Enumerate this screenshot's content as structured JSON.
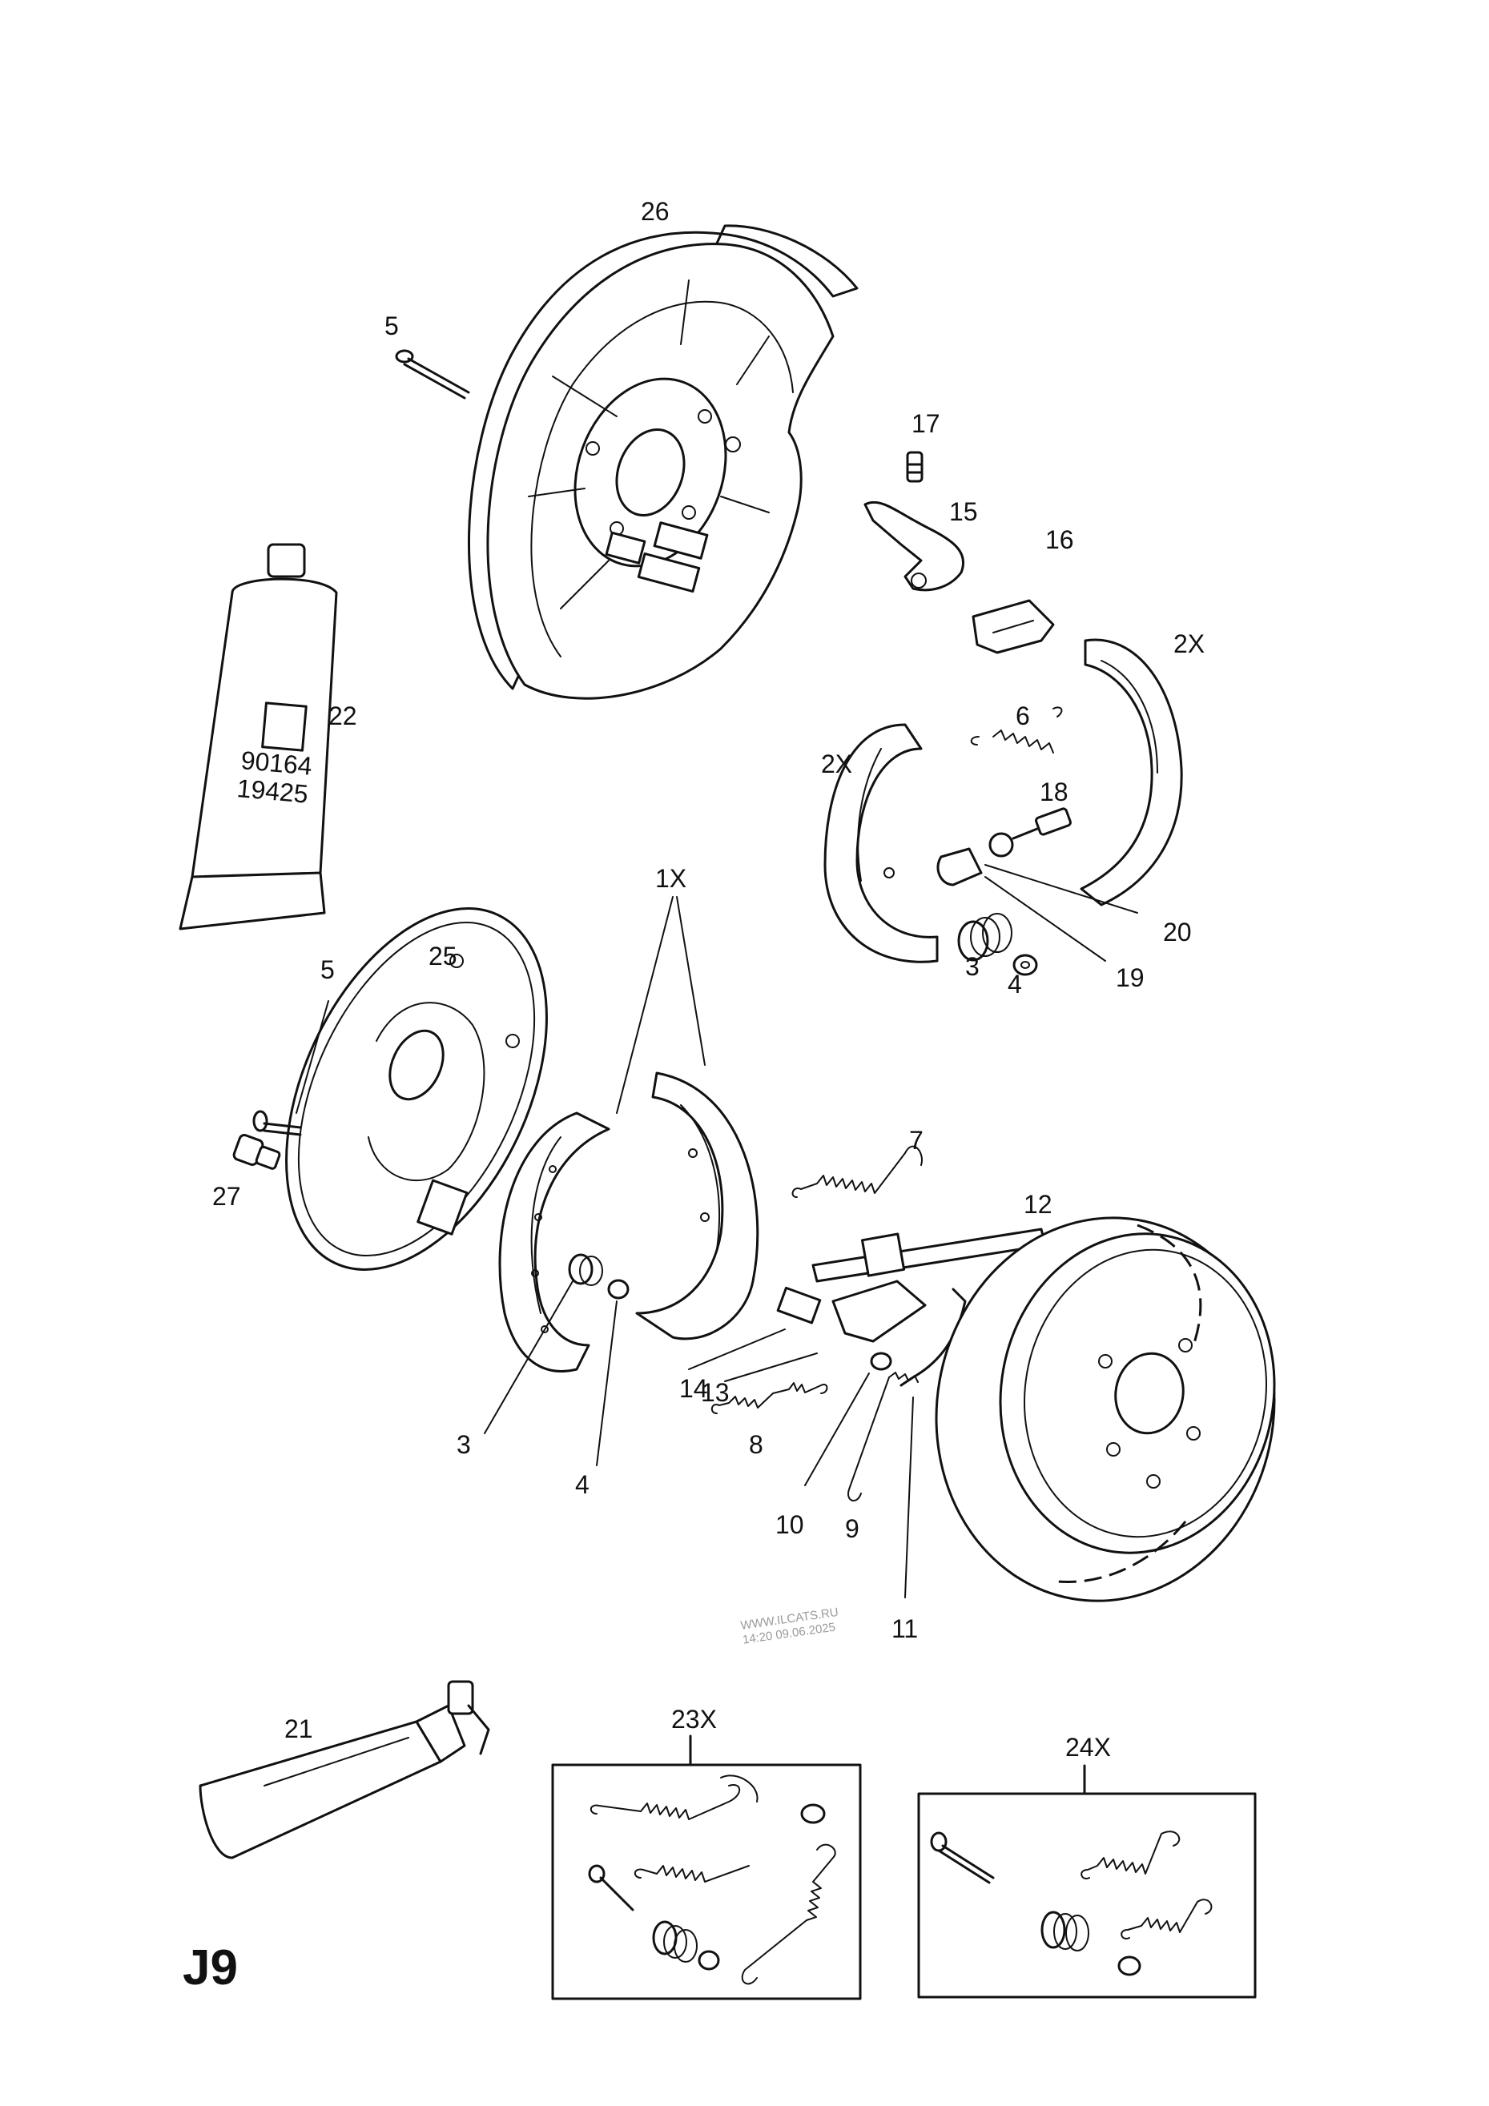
{
  "diagram_code": "J9",
  "watermark": {
    "line1": "WWW.ILCATS.RU",
    "line2": "14:20 09.06.2025"
  },
  "tube_text": {
    "line1": "90164",
    "line2": "19425"
  },
  "callouts": {
    "c26": "26",
    "c5a": "5",
    "c17": "17",
    "c15": "15",
    "c16": "16",
    "c2xa": "2X",
    "c22": "22",
    "c6": "6",
    "c2xb": "2X",
    "c18": "18",
    "c20": "20",
    "c19": "19",
    "c3a": "3",
    "c4a": "4",
    "c1x": "1X",
    "c5b": "5",
    "c25": "25",
    "c27": "27",
    "c7": "7",
    "c12": "12",
    "c14": "14",
    "c13": "13",
    "c8": "8",
    "c3b": "3",
    "c4b": "4",
    "c10": "10",
    "c9": "9",
    "c11": "11",
    "c21": "21",
    "c23x": "23X",
    "c24x": "24X"
  }
}
